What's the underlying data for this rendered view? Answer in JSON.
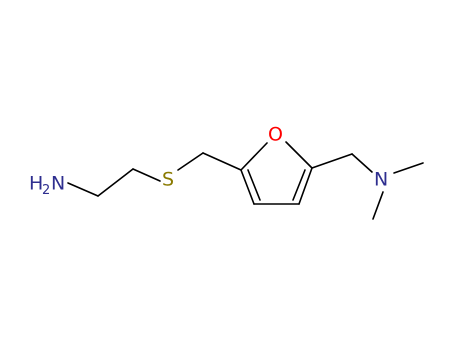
{
  "molecule": {
    "atoms": {
      "amine_h": "H",
      "amine_sub": "2",
      "amine_n": "N",
      "sulfur": "S",
      "oxygen": "O",
      "dimethyl_n": "N"
    },
    "colors": {
      "bond": "#000000",
      "nitrogen": "#2e2e8f",
      "sulfur": "#8a7a00",
      "oxygen": "#ff0000"
    }
  }
}
